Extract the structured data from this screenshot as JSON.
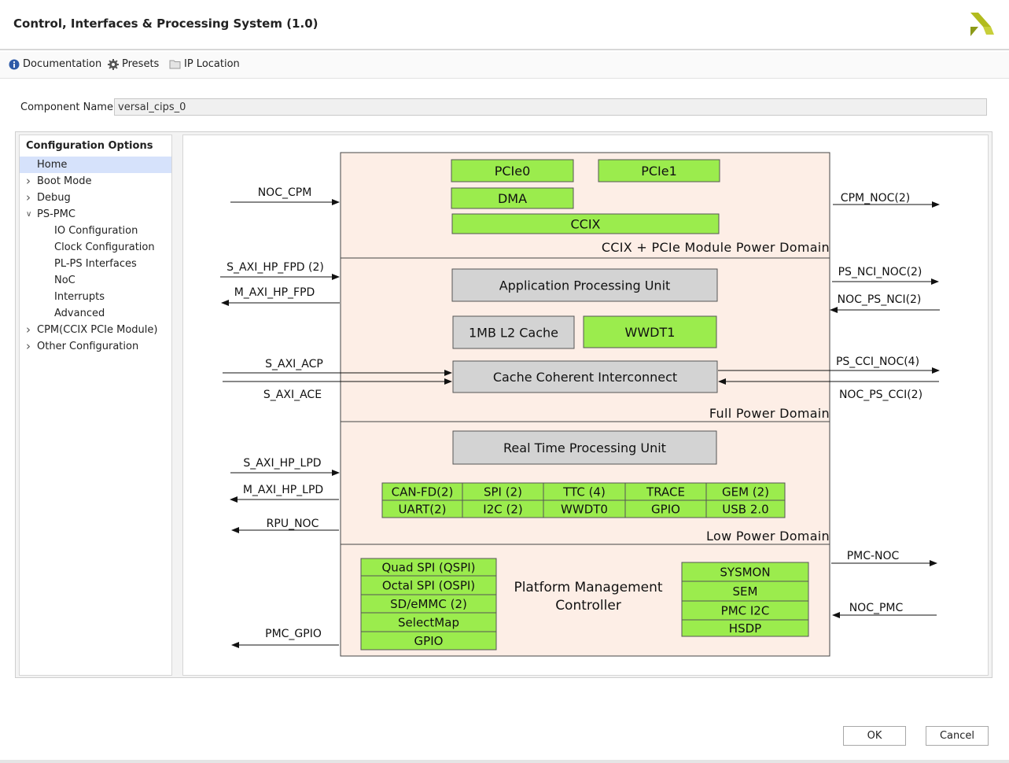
{
  "header": {
    "title": "Control, Interfaces & Processing System (1.0)"
  },
  "toolbar": {
    "documentation": "Documentation",
    "presets": "Presets",
    "ip_location": "IP Location"
  },
  "component": {
    "label": "Component Name",
    "value": "versal_cips_0"
  },
  "sidebar": {
    "title": "Configuration Options",
    "items": [
      {
        "label": "Home",
        "level": 0,
        "chevron": "",
        "selected": true
      },
      {
        "label": "Boot Mode",
        "level": 0,
        "chevron": "right",
        "selected": false
      },
      {
        "label": "Debug",
        "level": 0,
        "chevron": "right",
        "selected": false
      },
      {
        "label": "PS-PMC",
        "level": 0,
        "chevron": "down",
        "selected": false
      },
      {
        "label": "IO Configuration",
        "level": 1,
        "chevron": "",
        "selected": false
      },
      {
        "label": "Clock Configuration",
        "level": 1,
        "chevron": "",
        "selected": false
      },
      {
        "label": "PL-PS Interfaces",
        "level": 1,
        "chevron": "",
        "selected": false
      },
      {
        "label": "NoC",
        "level": 1,
        "chevron": "",
        "selected": false
      },
      {
        "label": "Interrupts",
        "level": 1,
        "chevron": "",
        "selected": false
      },
      {
        "label": "Advanced",
        "level": 1,
        "chevron": "",
        "selected": false
      },
      {
        "label": "CPM(CCIX PCIe Module)",
        "level": 0,
        "chevron": "right",
        "selected": false
      },
      {
        "label": "Other Configuration",
        "level": 0,
        "chevron": "right",
        "selected": false
      }
    ]
  },
  "diagram": {
    "domains": {
      "cpm": "CCIX + PCIe Module Power Domain",
      "fpd": "Full Power Domain",
      "lpd": "Low Power Domain",
      "pmc": "Platform Management\nController"
    },
    "blocks": {
      "pcie0": "PCIe0",
      "pcie1": "PCIe1",
      "dma": "DMA",
      "ccix": "CCIX",
      "apu": "Application Processing Unit",
      "l2": "1MB L2 Cache",
      "wwdt1": "WWDT1",
      "cci": "Cache Coherent Interconnect",
      "rpu": "Real Time Processing Unit",
      "can": "CAN-FD(2)",
      "spi": "SPI (2)",
      "ttc": "TTC (4)",
      "trace": "TRACE",
      "gem": "GEM (2)",
      "uart": "UART(2)",
      "i2c": "I2C (2)",
      "wwdt0": "WWDT0",
      "gpio_lpd": "GPIO",
      "usb": "USB 2.0",
      "qspi": "Quad SPI (QSPI)",
      "ospi": "Octal SPI (OSPI)",
      "sd": "SD/eMMC (2)",
      "selectmap": "SelectMap",
      "gpio_pmc": "GPIO",
      "sysmon": "SYSMON",
      "sem": "SEM",
      "pmc_i2c": "PMC I2C",
      "hsdp": "HSDP"
    },
    "signals": {
      "noc_cpm": "NOC_CPM",
      "cpm_noc": "CPM_NOC(2)",
      "s_axi_hp_fpd": "S_AXI_HP_FPD (2)",
      "m_axi_hp_fpd": "M_AXI_HP_FPD",
      "ps_nci_noc": "PS_NCI_NOC(2)",
      "noc_ps_nci": "NOC_PS_NCI(2)",
      "s_axi_acp": "S_AXI_ACP",
      "s_axi_ace": "S_AXI_ACE",
      "ps_cci_noc": "PS_CCI_NOC(4)",
      "noc_ps_cci": "NOC_PS_CCI(2)",
      "s_axi_hp_lpd": "S_AXI_HP_LPD",
      "m_axi_hp_lpd": "M_AXI_HP_LPD",
      "rpu_noc": "RPU_NOC",
      "pmc_noc": "PMC-NOC",
      "noc_pmc": "NOC_PMC",
      "pmc_gpio": "PMC_GPIO"
    },
    "colors": {
      "domain_fill": "#fdeee6",
      "green": "#9bec4d",
      "gray": "#d3d3d3"
    }
  },
  "buttons": {
    "ok": "OK",
    "cancel": "Cancel"
  }
}
